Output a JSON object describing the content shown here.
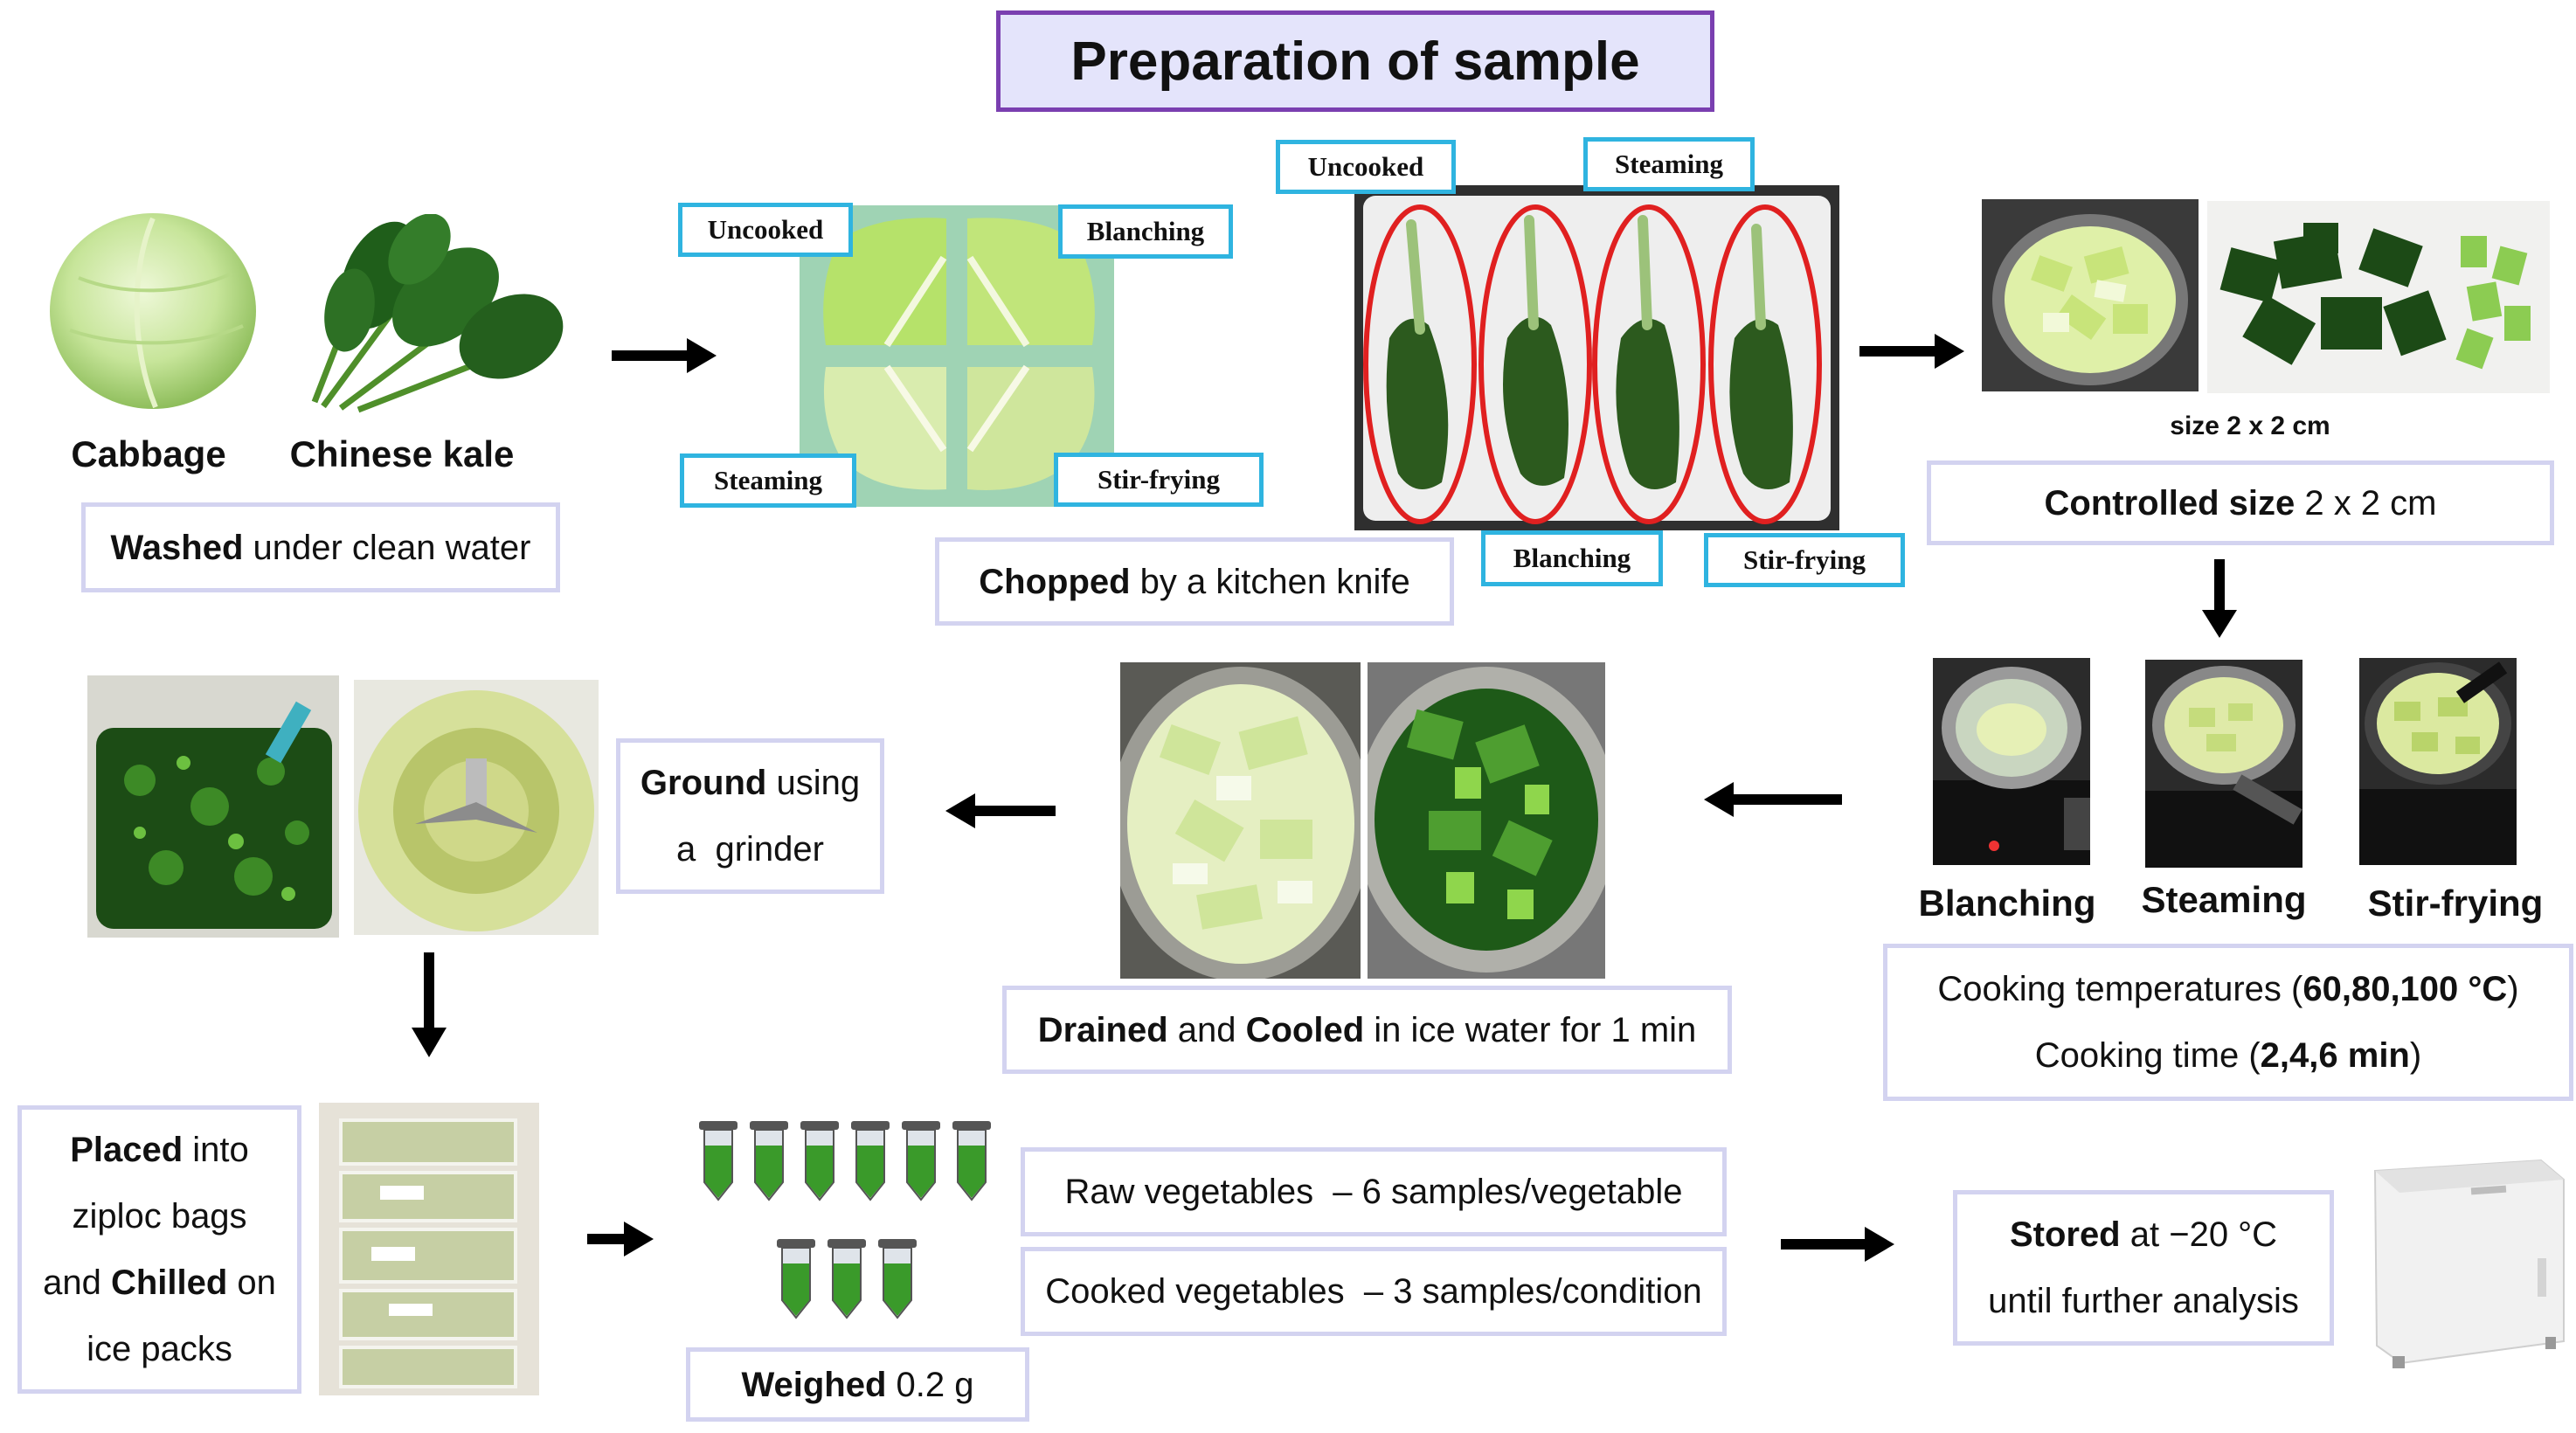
{
  "title": "Preparation of sample",
  "vegetables": {
    "cabbage": "Cabbage",
    "kale": "Chinese kale"
  },
  "wash": {
    "bold": "Washed",
    "rest": " under clean water"
  },
  "chop": {
    "bold": "Chopped",
    "rest": " by a kitchen knife"
  },
  "cabbage_tags": {
    "uncooked": "Uncooked",
    "blanching": "Blanching",
    "steaming": "Steaming",
    "stirfrying": "Stir-frying"
  },
  "kale_tags": {
    "uncooked": "Uncooked",
    "steaming": "Steaming",
    "blanching": "Blanching",
    "stirfrying": "Stir-frying"
  },
  "size_caption": "size 2 x 2 cm",
  "control": {
    "bold": "Controlled size",
    "rest": " 2 x 2 cm"
  },
  "methods": {
    "blanching": "Blanching",
    "steaming": "Steaming",
    "stirfrying": "Stir-frying"
  },
  "cooking": {
    "temp_prefix": "Cooking temperatures (",
    "temp_value": "60,80,100 °C",
    "temp_suffix": ")",
    "time_prefix": "Cooking time (",
    "time_value": "2,4,6 min",
    "time_suffix": ")"
  },
  "drain": {
    "b1": "Drained",
    "t1": " and ",
    "b2": "Cooled",
    "t2": " in ice water for 1 min"
  },
  "ground": {
    "bold": "Ground",
    "rest": " using",
    "line2": "a  grinder"
  },
  "placed": {
    "l1b": "Placed",
    "l1r": " into",
    "l2": "ziploc bags",
    "l3a": "and ",
    "l3b": "Chilled",
    "l3c": " on",
    "l4": "ice packs"
  },
  "weigh": {
    "bold": "Weighed",
    "rest": " 0.2 g"
  },
  "samples": {
    "raw": "Raw vegetables  – 6 samples/vegetable",
    "cooked": "Cooked vegetables  – 3 samples/condition"
  },
  "stored": {
    "bold": "Stored",
    "rest": " at −20 °C",
    "line2": "until further analysis"
  },
  "colors": {
    "title_bg": "#e4e4fb",
    "title_border": "#7a3fb0",
    "box_border": "#d3d3f0",
    "tag_border": "#2fb4e0",
    "ellipse": "#e02020",
    "arrow": "#000000"
  }
}
